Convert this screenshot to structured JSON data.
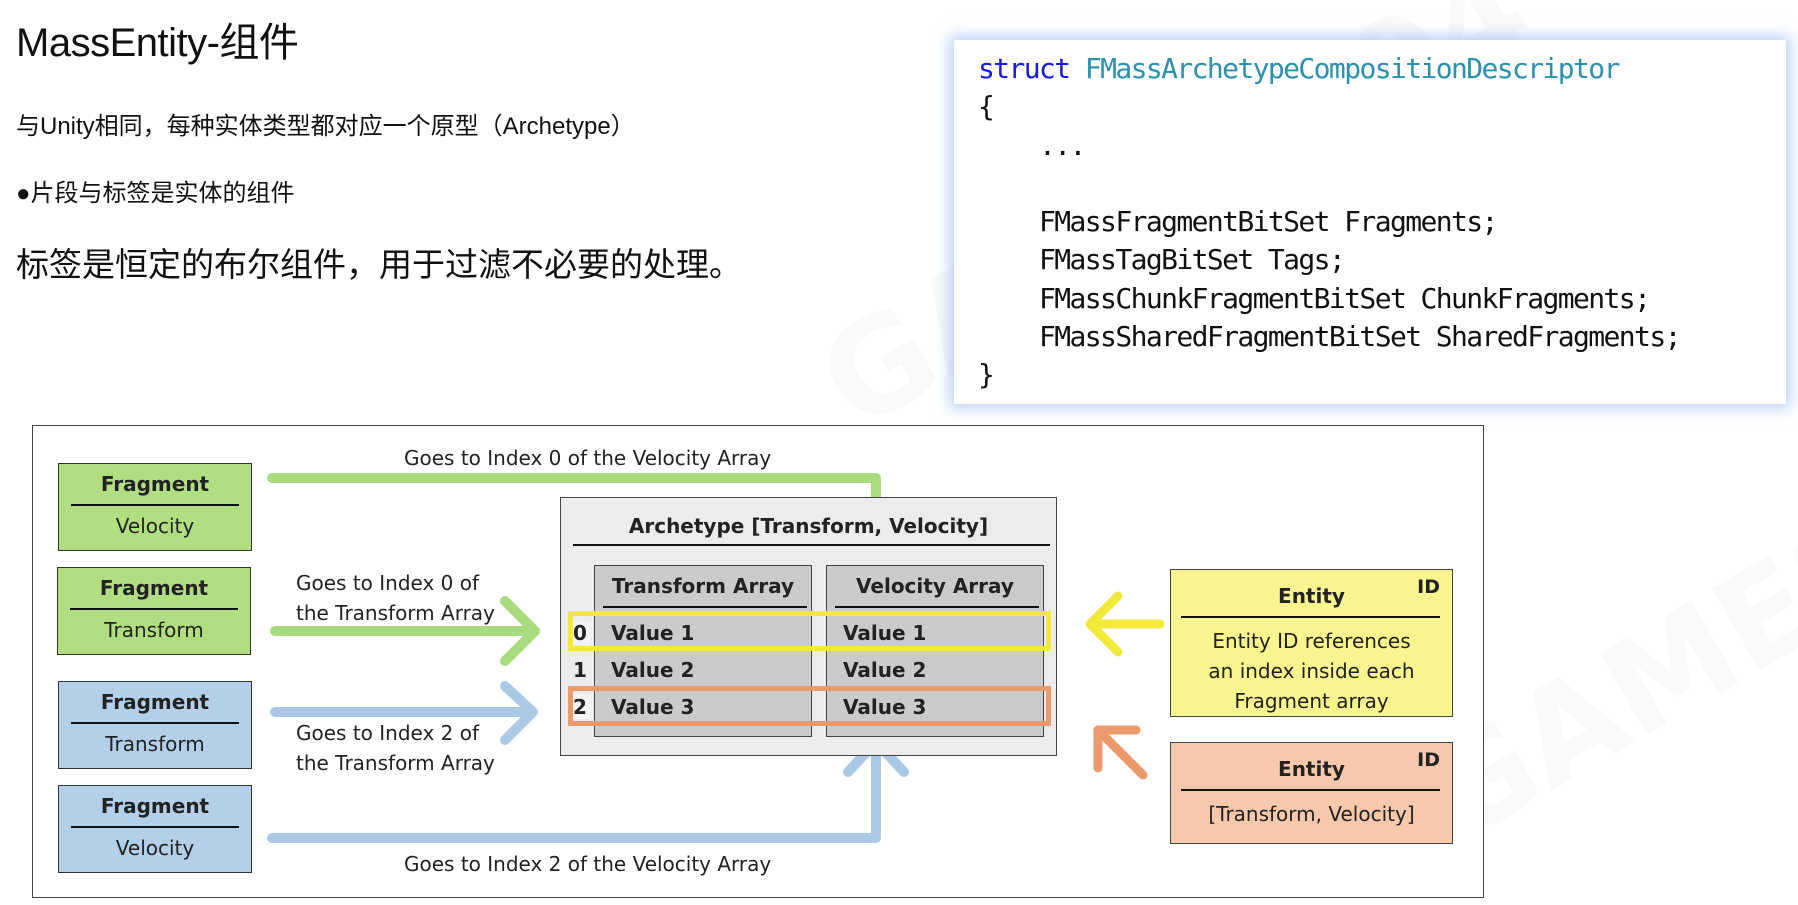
{
  "slide": {
    "title": "MassEntity-组件",
    "line1": "与Unity相同，每种实体类型都对应一个原型（Archetype）",
    "line2": "●片段与标签是实体的组件",
    "line3": "标签是恒定的布尔组件，用于过滤不必要的处理。"
  },
  "code": {
    "keyword": "struct",
    "type_name": "FMassArchetypeCompositionDescriptor",
    "open_brace": "{",
    "ellipsis": "    ...",
    "members": [
      "    FMassFragmentBitSet Fragments;",
      "    FMassTagBitSet Tags;",
      "    FMassChunkFragmentBitSet ChunkFragments;",
      "    FMassSharedFragmentBitSet SharedFragments;"
    ],
    "close_brace": "}"
  },
  "diagram": {
    "fragments": [
      {
        "header": "Fragment",
        "name": "Velocity",
        "color": "#b2de82"
      },
      {
        "header": "Fragment",
        "name": "Transform",
        "color": "#b2de82"
      },
      {
        "header": "Fragment",
        "name": "Transform",
        "color": "#b3cfe9"
      },
      {
        "header": "Fragment",
        "name": "Velocity",
        "color": "#b3cfe9"
      }
    ],
    "arrow_labels": {
      "top": "Goes to Index 0 of the Velocity Array",
      "transform0_line1": "Goes to Index 0 of",
      "transform0_line2": "the Transform Array",
      "transform2_line1": "Goes to Index 2 of",
      "transform2_line2": "the Transform Array",
      "bottom": "Goes to Index 2 of the Velocity Array"
    },
    "archetype": {
      "title": "Archetype [Transform, Velocity]",
      "arrays": [
        {
          "name": "Transform Array",
          "values": [
            "Value 1",
            "Value 2",
            "Value 3"
          ]
        },
        {
          "name": "Velocity Array",
          "values": [
            "Value 1",
            "Value 2",
            "Value 3"
          ]
        }
      ],
      "indices": [
        "0",
        "1",
        "2"
      ]
    },
    "entities": [
      {
        "header": "Entity",
        "tag": "ID",
        "body_lines": [
          "Entity ID references",
          "an index inside each",
          "Fragment array"
        ],
        "color": "#f8f58f"
      },
      {
        "header": "Entity",
        "tag": "ID",
        "body_lines": [
          "[Transform, Velocity]"
        ],
        "color": "#f6c9ad"
      }
    ],
    "colors": {
      "green_arrow": "#a8db7e",
      "blue_arrow": "#a9c9e6",
      "yellow_highlight": "#f2e93a",
      "orange_highlight": "#ea9a6b"
    }
  }
}
